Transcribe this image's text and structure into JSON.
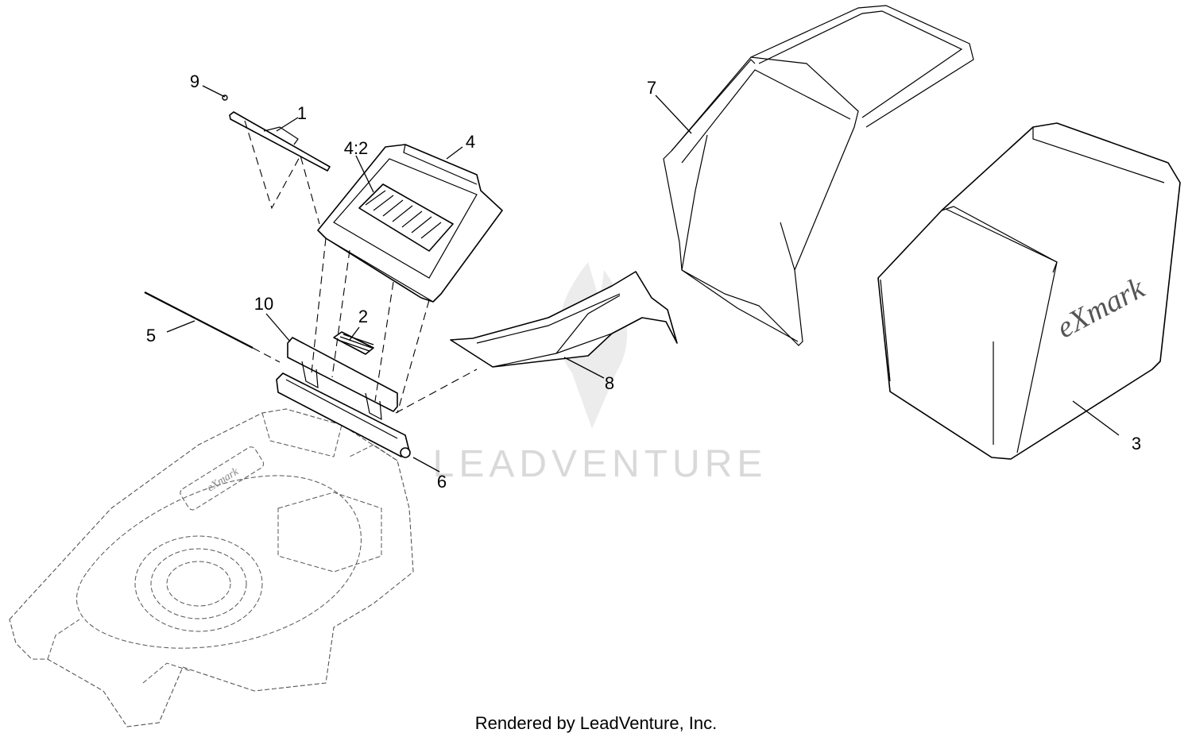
{
  "diagram": {
    "callouts": {
      "c1": "1",
      "c2": "2",
      "c3": "3",
      "c4": "4",
      "c4_2": "4:2",
      "c5": "5",
      "c6": "6",
      "c7": "7",
      "c8": "8",
      "c9": "9",
      "c10": "10"
    },
    "brand_bag": "eXmark",
    "brand_deck": "eXmark",
    "watermark": "LEADVENTURE",
    "footer": "Rendered by LeadVenture, Inc."
  }
}
